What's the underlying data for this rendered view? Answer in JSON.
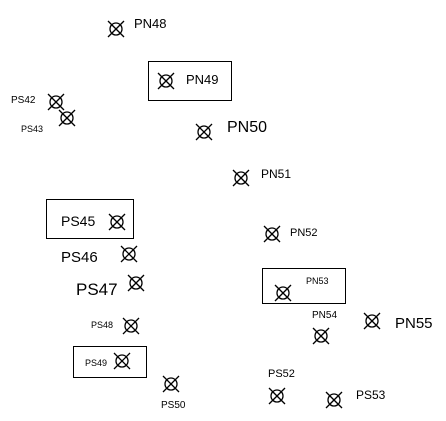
{
  "diagram": {
    "line_color": "#000000",
    "background": "#ffffff",
    "symbol": "crossed-circle-marker-icon",
    "points": [
      {
        "id": "PN48",
        "label": "PN48"
      },
      {
        "id": "PN49",
        "label": "PN49"
      },
      {
        "id": "PS42",
        "label": "PS42"
      },
      {
        "id": "PS43",
        "label": "PS43"
      },
      {
        "id": "PN50",
        "label": "PN50"
      },
      {
        "id": "PN51",
        "label": "PN51"
      },
      {
        "id": "PS45",
        "label": "PS45"
      },
      {
        "id": "PN52",
        "label": "PN52"
      },
      {
        "id": "PS46",
        "label": "PS46"
      },
      {
        "id": "PS47",
        "label": "PS47"
      },
      {
        "id": "PN53",
        "label": "PN53"
      },
      {
        "id": "PN54",
        "label": "PN54"
      },
      {
        "id": "PN55",
        "label": "PN55"
      },
      {
        "id": "PS48",
        "label": "PS48"
      },
      {
        "id": "PS49",
        "label": "PS49"
      },
      {
        "id": "PS52",
        "label": "PS52"
      },
      {
        "id": "PS53",
        "label": "PS53"
      },
      {
        "id": "PS50",
        "label": "PS50"
      }
    ]
  }
}
